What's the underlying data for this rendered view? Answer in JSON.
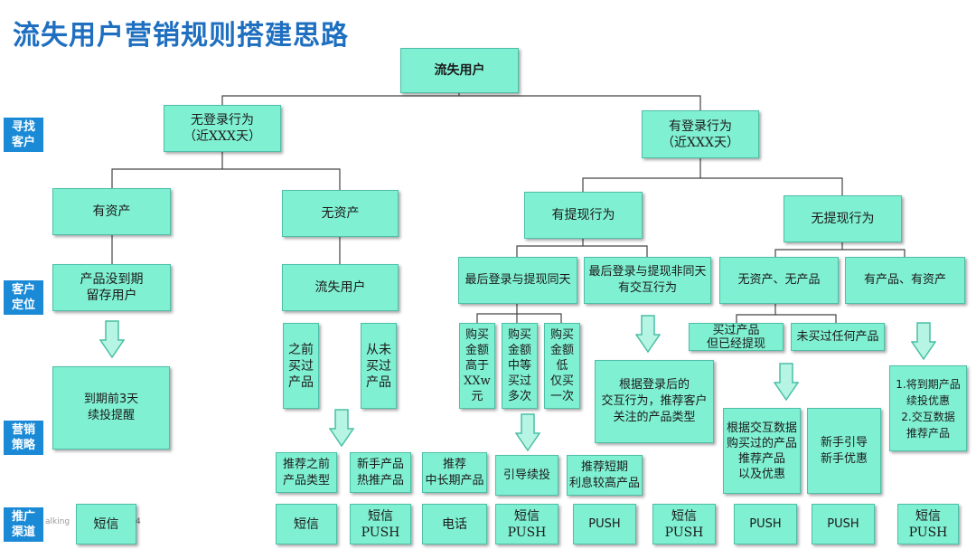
{
  "title": "流失用户营销规则搭建思路",
  "side_labels": [
    "寻找\n客户",
    "客户\n定位",
    "营销\n策略",
    "推广\n渠道"
  ],
  "brand_text": "alking",
  "page_no": "4",
  "nodes": {
    "root": "流失用户",
    "no_login": "无登录行为\n（近XXX天）",
    "has_login": "有登录行为\n（近XXX天）",
    "has_asset": "有资产",
    "no_asset": "无资产",
    "has_withdraw": "有提现行为",
    "no_withdraw": "无提现行为",
    "product_not_due": "产品没到期\n留存用户",
    "lost_user": "流失用户",
    "last_login_same_day": "最后登录与提现同天",
    "last_login_diff_day": "最后登录与提现非同天\n有交互行为",
    "no_asset_no_product": "无资产、无产品",
    "has_product_has_asset": "有产品、有资产",
    "bought_before": "之前\n买过\n产品",
    "never_bought": "从未\n买过\n产品",
    "amount_high": "购买\n金额\n高于\nXXw元",
    "amount_mid": "购买\n金额\n中等\n买过\n多次",
    "amount_low": "购买\n金额低\n仅买\n一次",
    "bought_withdrawn": "买过产品\n但已经提现",
    "never_bought_any": "未买过任何产品",
    "remind_3days": "到期前3天\n续投提醒",
    "by_login_interaction": "根据登录后的\n交互行为，推荐客户\n关注的产品类型",
    "by_interaction_data": "根据交互数据\n购买过的产品\n推荐产品\n以及优惠",
    "newbie_guide": "新手引导\n新手优惠",
    "due_renew": "1.将到期产品\n续投优惠\n2.交互数据\n推荐产品",
    "rec_prev_type": "推荐之前\n产品类型",
    "newbie_hot": "新手产品\n热推产品",
    "rec_mid_long": "推荐\n中长期产品",
    "guide_renew": "引导续投",
    "rec_short_high": "推荐短期\n利息较高产品",
    "ch1": "短信",
    "ch2": "短信",
    "ch3": "短信\nPUSH",
    "ch4": "电话",
    "ch5": "短信\nPUSH",
    "ch6": "PUSH",
    "ch7": "短信\nPUSH",
    "ch8": "PUSH",
    "ch9": "PUSH",
    "ch10": "短信\nPUSH"
  },
  "colors": {
    "box_fill": "#80f0d2",
    "box_border": "#4dbfa8",
    "side_fill": "#1a8ad6",
    "title": "#1f6fc0"
  }
}
